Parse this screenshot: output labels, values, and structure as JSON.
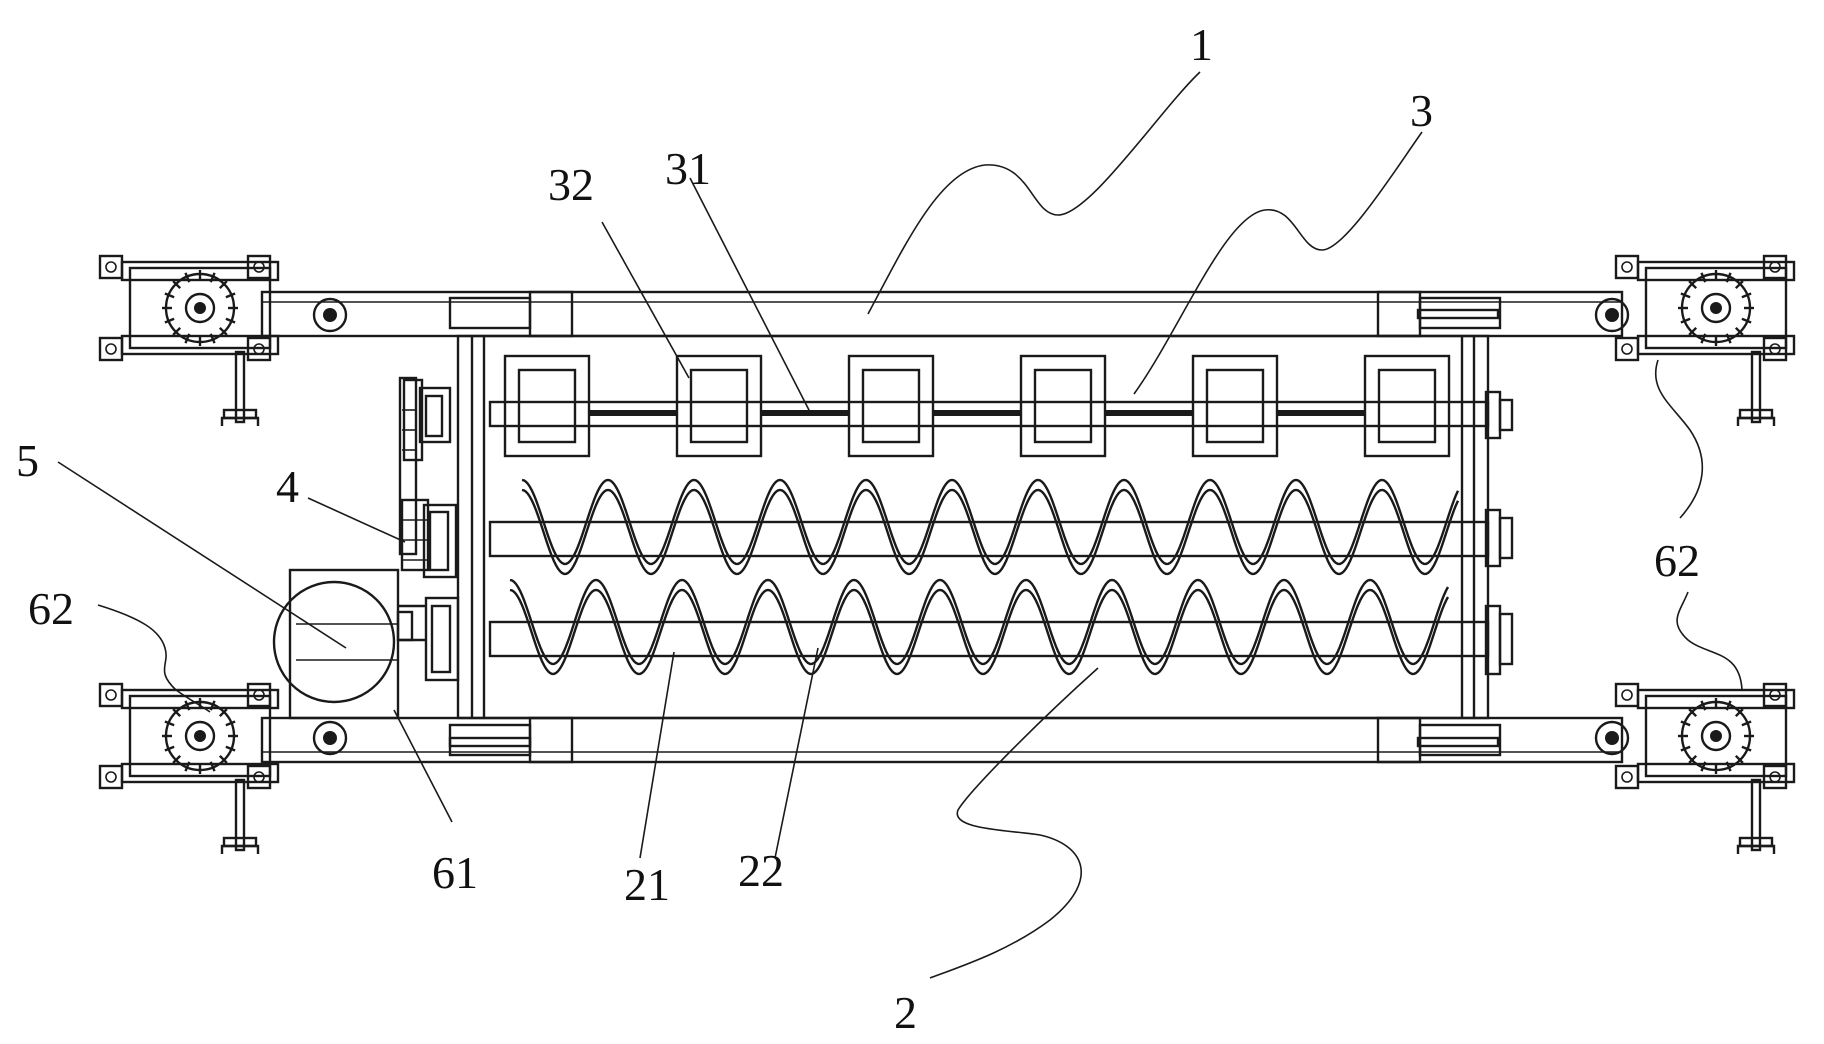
{
  "labels": {
    "l1": "1",
    "l2": "2",
    "l3": "3",
    "l4": "4",
    "l5": "5",
    "l21": "21",
    "l22": "22",
    "l31": "31",
    "l32": "32",
    "l61": "61",
    "l62_left": "62",
    "l62_right": "62"
  },
  "components": {
    "wheel_units": 4,
    "upper_frames": 6,
    "helix_turns_per_screw": 11
  },
  "colors": {
    "ink": "#1a1a1a",
    "background": "#ffffff"
  }
}
